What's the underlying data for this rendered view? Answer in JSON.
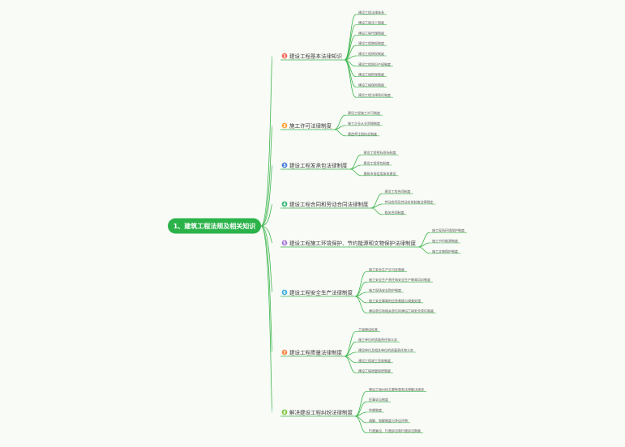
{
  "colors": {
    "line": "#3bb54a",
    "root_bg": "#2bb34a",
    "root_text": "#ffffff",
    "background": "#f9fbf7"
  },
  "mindmap": {
    "root": "1、建筑工程法规及相关知识",
    "branches": [
      {
        "badge": "1",
        "badge_color": "#f36b5b",
        "label": "建设工程基本法律知识",
        "children": [
          "建设工程法律体系",
          "建设工程法人制度",
          "建设工程代理制度",
          "建设工程物权制度",
          "建设工程债权制度",
          "建设工程知识产权制度",
          "建设工程担保制度",
          "建设工程保险制度",
          "建设工程法律责任制度"
        ]
      },
      {
        "badge": "2",
        "badge_color": "#f7a544",
        "label": "施工许可法律制度",
        "children": [
          "建设工程施工许可制度",
          "施工企业从业资格制度",
          "建造师注册执业制度"
        ]
      },
      {
        "badge": "3",
        "badge_color": "#4d7fd6",
        "label": "建设工程发承包法律制度",
        "children": [
          "建设工程招标投标制度",
          "建设工程承包制度",
          "建筑市场信用体系建设"
        ]
      },
      {
        "badge": "4",
        "badge_color": "#3cb878",
        "label": "建设工程合同和劳动合同法律制度",
        "children": [
          "建设工程合同制度",
          "劳动合同及劳动关系制度法律规定",
          "相关合同制度"
        ]
      },
      {
        "badge": "5",
        "badge_color": "#a77ad9",
        "label": "建设工程施工环境保护、节约能源和文物保护法律制度",
        "children": [
          "施工现场环境保护制度",
          "施工节约能源制度",
          "施工文物保护制度"
        ]
      },
      {
        "badge": "6",
        "badge_color": "#3db0dd",
        "label": "建设工程安全生产法律制度",
        "children": [
          "施工安全生产许可证制度",
          "施工安全生产责任和安全生产教育培训制度",
          "施工现场安全防护制度",
          "施工安全事故的应急救援与调查处理",
          "建设单位和相关单位的建设工程安全责任制度"
        ]
      },
      {
        "badge": "7",
        "badge_color": "#f58a4b",
        "label": "建设工程质量法律制度",
        "children": [
          "工程建设标准",
          "施工单位的质量责任和义务",
          "建设单位及相关单位的质量责任和义务",
          "建设工程竣工验收制度",
          "建设工程质量保修制度"
        ]
      },
      {
        "badge": "8",
        "badge_color": "#7cc63c",
        "label": "解决建设工程纠纷法律制度",
        "children": [
          "建设工程纠纷主要种类和法律解决途径",
          "民事诉讼制度",
          "仲裁制度",
          "调解、和解制度与争议评审",
          "行政复议、行政诉讼和行政诉讼制度"
        ]
      }
    ]
  }
}
